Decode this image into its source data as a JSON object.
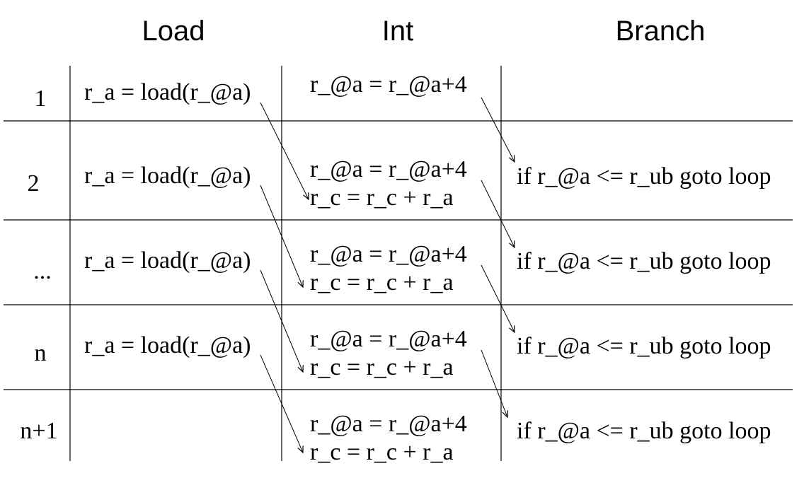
{
  "headers": {
    "load": "Load",
    "int": "Int",
    "branch": "Branch"
  },
  "rows": [
    {
      "label": "1",
      "load": "r_a = load(r_@a)",
      "int_line1": "r_@a = r_@a+4",
      "int_line2": "",
      "branch": ""
    },
    {
      "label": "2",
      "load": "r_a = load(r_@a)",
      "int_line1": "r_@a = r_@a+4",
      "int_line2": "r_c = r_c + r_a",
      "branch": "if r_@a <= r_ub goto loop"
    },
    {
      "label": "...",
      "load": "r_a = load(r_@a)",
      "int_line1": "r_@a = r_@a+4",
      "int_line2": "r_c = r_c + r_a",
      "branch": "if r_@a <= r_ub goto loop"
    },
    {
      "label": "n",
      "load": "r_a = load(r_@a)",
      "int_line1": "r_@a = r_@a+4",
      "int_line2": "r_c = r_c + r_a",
      "branch": "if r_@a <= r_ub goto loop"
    },
    {
      "label": "n+1",
      "load": "",
      "int_line1": "r_@a = r_@a+4",
      "int_line2": "r_c = r_c + r_a",
      "branch": "if r_@a <= r_ub goto loop"
    }
  ]
}
